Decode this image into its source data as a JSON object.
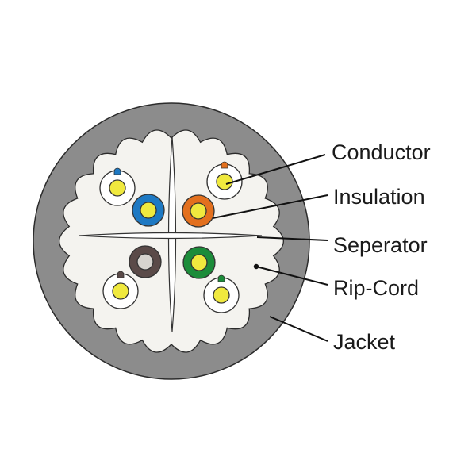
{
  "labels": {
    "conductor": "Conductor",
    "insulation": "Insulation",
    "separator": "Seperator",
    "rip_cord": "Rip-Cord",
    "jacket": "Jacket"
  },
  "colors": {
    "jacket": "#8c8c8c",
    "core_fill": "#f4f3ef",
    "conductor": "#f0e93e",
    "blue": "#1e79c3",
    "orange": "#e3701e",
    "brown": "#5a4a48",
    "green": "#1c8c3a",
    "white_insulation": "#ffffff",
    "blue_stripe": "#1e79c3",
    "orange_stripe": "#e3701e",
    "brown_stripe": "#5a4a48",
    "green_stripe": "#1c8c3a"
  }
}
